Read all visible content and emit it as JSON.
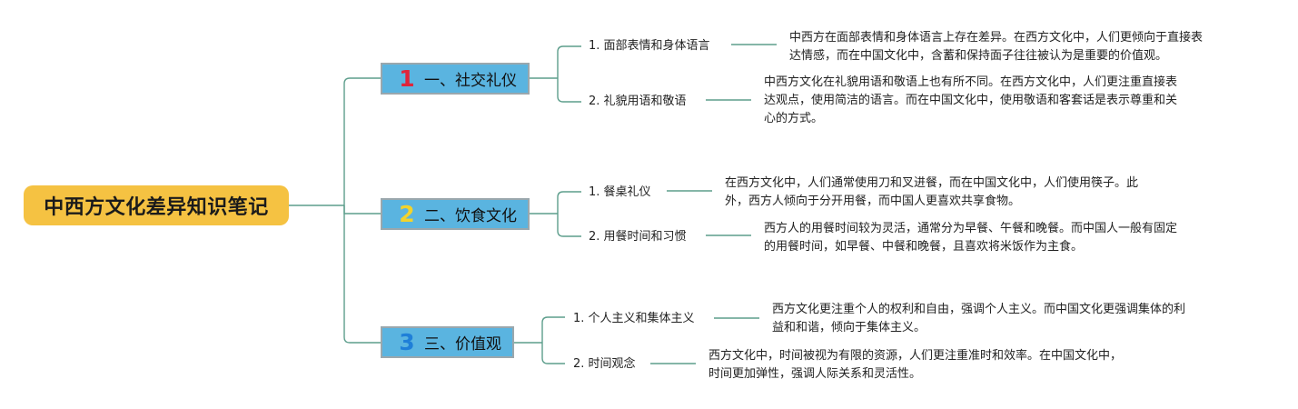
{
  "title": "中西方文化差异知识笔记",
  "colors": {
    "root_fill": "#f5c242",
    "branch_fill": "#5ab4e0",
    "branch_border": "#9aa7ad",
    "connector": "#5d9e8c",
    "badge_1": "#e0243a",
    "badge_2": "#f2d32c",
    "badge_3": "#1f7fd8"
  },
  "branches": [
    {
      "badge": "1",
      "label": "一、社交礼仪",
      "items": [
        {
          "label": "1. 面部表情和身体语言",
          "lines": [
            "中西方在面部表情和身体语言上存在差异。在西方文化中，人们更倾向于直接表",
            "达情感，而在中国文化中，含蓄和保持面子往往被认为是重要的价值观。"
          ]
        },
        {
          "label": "2. 礼貌用语和敬语",
          "lines": [
            "中西方文化在礼貌用语和敬语上也有所不同。在西方文化中，人们更注重直接表",
            "达观点，使用简洁的语言。而在中国文化中，使用敬语和客套话是表示尊重和关",
            "心的方式。"
          ]
        }
      ]
    },
    {
      "badge": "2",
      "label": "二、饮食文化",
      "items": [
        {
          "label": "1. 餐桌礼仪",
          "lines": [
            "在西方文化中，人们通常使用刀和叉进餐，而在中国文化中，人们使用筷子。此",
            "外，西方人倾向于分开用餐，而中国人更喜欢共享食物。"
          ]
        },
        {
          "label": "2. 用餐时间和习惯",
          "lines": [
            "西方人的用餐时间较为灵活，通常分为早餐、午餐和晚餐。而中国人一般有固定",
            "的用餐时间，如早餐、中餐和晚餐，且喜欢将米饭作为主食。"
          ]
        }
      ]
    },
    {
      "badge": "3",
      "label": "三、价值观",
      "items": [
        {
          "label": "1. 个人主义和集体主义",
          "lines": [
            "西方文化更注重个人的权利和自由，强调个人主义。而中国文化更强调集体的利",
            "益和和谐，倾向于集体主义。"
          ]
        },
        {
          "label": "2. 时间观念",
          "lines": [
            "西方文化中，时间被视为有限的资源，人们更注重准时和效率。在中国文化中，",
            "时间更加弹性，强调人际关系和灵活性。"
          ]
        }
      ]
    }
  ]
}
